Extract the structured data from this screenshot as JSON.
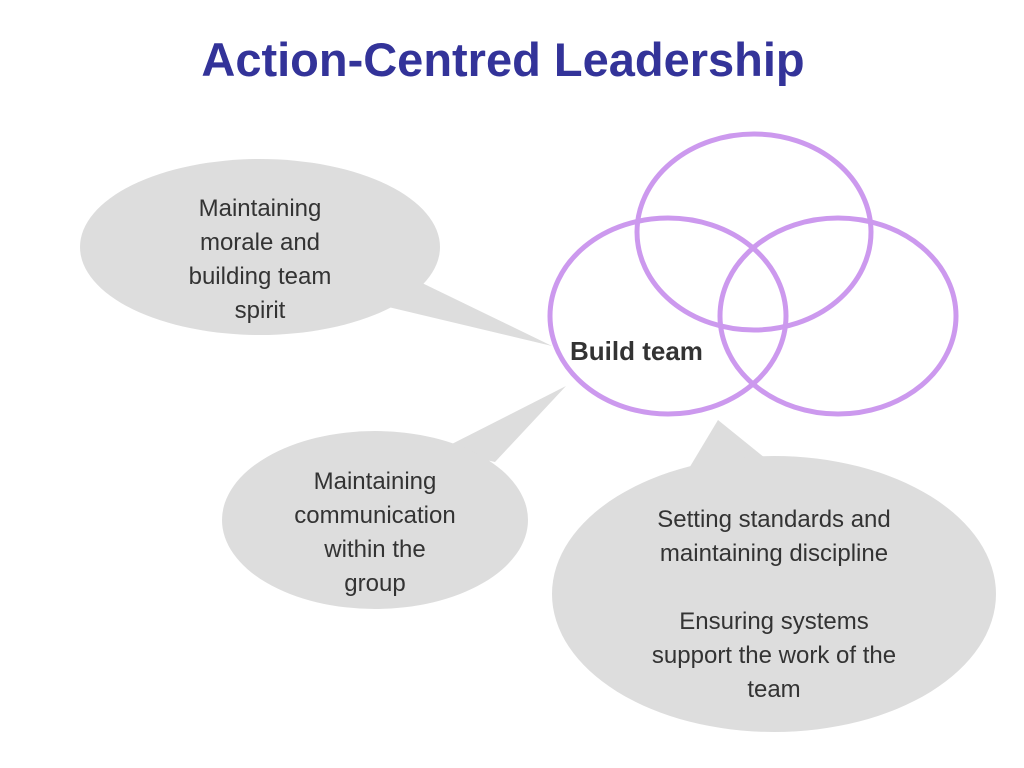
{
  "title": "Action-Centred Leadership",
  "venn": {
    "highlighted_label": "Build team",
    "circle_color": "#cc99ee"
  },
  "bubbles": {
    "morale": {
      "lines": [
        "Maintaining",
        "morale and",
        "building team",
        "spirit"
      ]
    },
    "communication": {
      "lines": [
        "Maintaining",
        "communication",
        "within the",
        "group"
      ]
    },
    "standards": {
      "paragraph1": [
        "Setting standards and",
        "maintaining discipline"
      ],
      "paragraph2": [
        "Ensuring systems",
        "support the work of the",
        "team"
      ]
    }
  },
  "colors": {
    "title": "#333399",
    "bubble_fill": "#dddddd",
    "text": "#333333"
  }
}
